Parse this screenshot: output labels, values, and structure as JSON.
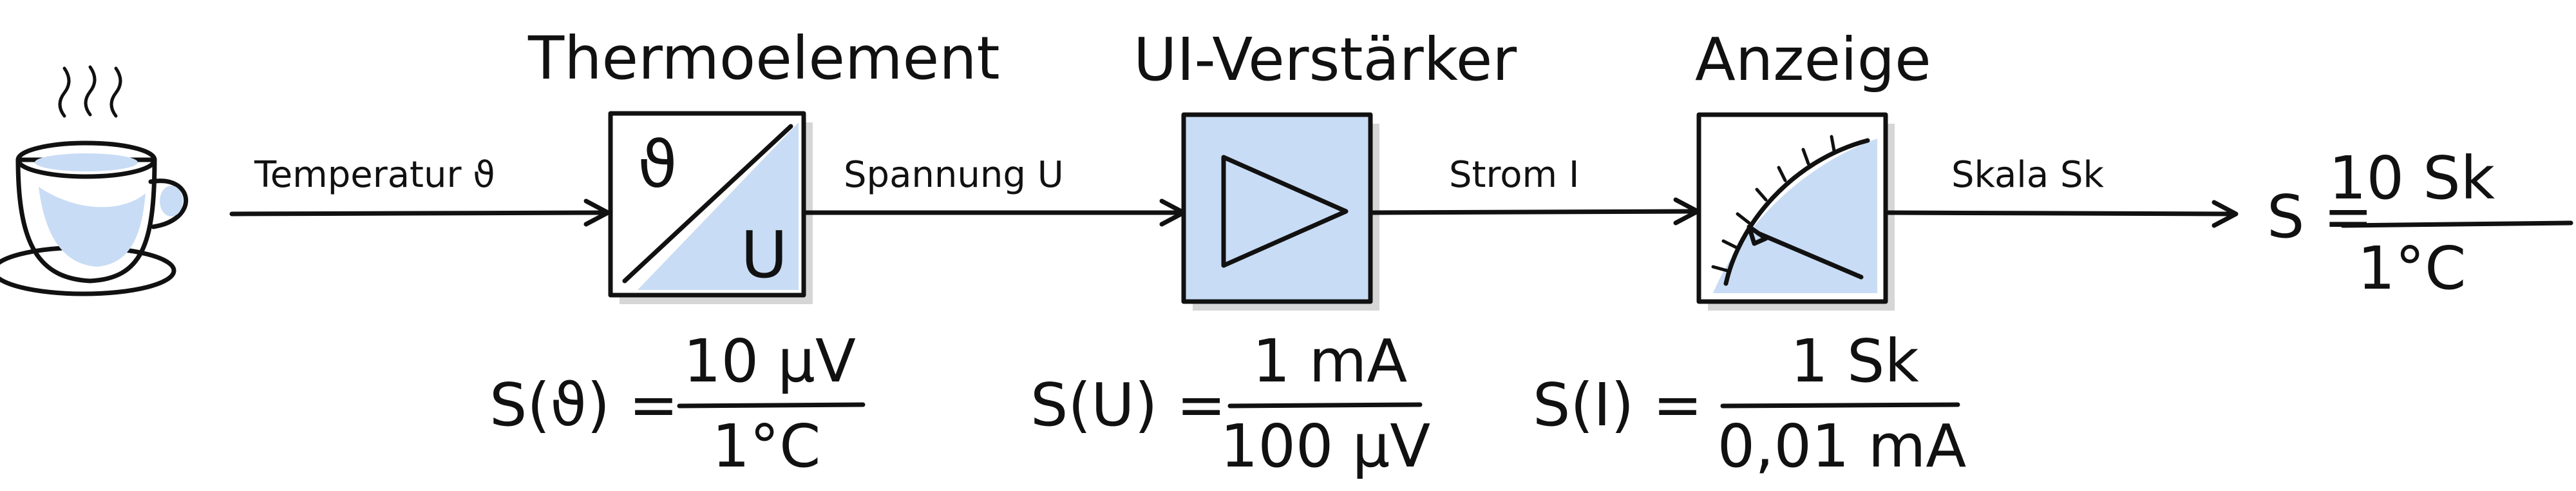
{
  "colors": {
    "ink": "#111111",
    "block_fill": "#c9dcf5",
    "shadow": "#d6d6d6",
    "cup_fill": "#c9dcf5"
  },
  "blocks": [
    {
      "id": "thermoelement",
      "title": "Thermoelement",
      "icon": "theta-to-u-converter",
      "input_symbol": "ϑ",
      "output_symbol": "U"
    },
    {
      "id": "verstaerker",
      "title": "UI-Verstärker",
      "icon": "amplifier-triangle"
    },
    {
      "id": "anzeige",
      "title": "Anzeige",
      "icon": "analog-meter"
    }
  ],
  "signals": {
    "temperatur": "Temperatur ϑ",
    "spannung": "Spannung U",
    "strom": "Strom I",
    "skala": "Skala Sk"
  },
  "sensitivities": [
    {
      "lhs": "S(ϑ) =",
      "numerator": "10 µV",
      "denominator": "1°C"
    },
    {
      "lhs": "S(U) =",
      "numerator": "1 mA",
      "denominator": "100 µV"
    },
    {
      "lhs": "S(I) =",
      "numerator": "1 Sk",
      "denominator": "0,01 mA"
    }
  ],
  "total": {
    "lhs": "S =",
    "numerator": "10 Sk",
    "denominator": "1°C"
  },
  "source_icon": "steaming-cup-icon"
}
